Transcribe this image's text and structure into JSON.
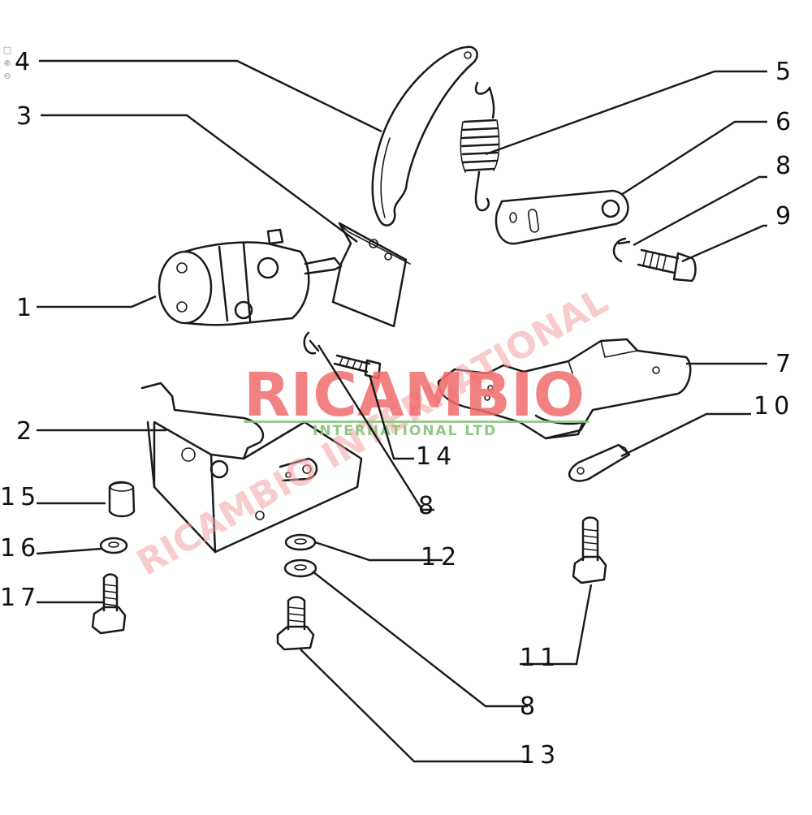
{
  "watermark": {
    "main": "RICAMBIO",
    "sub": "INTERNATIONAL LTD",
    "diagonal": "RICAMBIO INTERNATIONAL",
    "main_color": "#f06c6c",
    "sub_color": "#86c27a"
  },
  "viewer_icons": [
    "fit-page-icon",
    "zoom-in-icon",
    "zoom-out-icon"
  ],
  "callouts": [
    {
      "id": "c1",
      "label": "1"
    },
    {
      "id": "c2",
      "label": "2"
    },
    {
      "id": "c3",
      "label": "3"
    },
    {
      "id": "c4",
      "label": "4"
    },
    {
      "id": "c5",
      "label": "5"
    },
    {
      "id": "c6",
      "label": "6"
    },
    {
      "id": "c7",
      "label": "7"
    },
    {
      "id": "c8a",
      "label": "8"
    },
    {
      "id": "c8b",
      "label": "8"
    },
    {
      "id": "c8c",
      "label": "8"
    },
    {
      "id": "c9",
      "label": "9"
    },
    {
      "id": "c10",
      "label": "10"
    },
    {
      "id": "c11",
      "label": "11"
    },
    {
      "id": "c12",
      "label": "12"
    },
    {
      "id": "c13",
      "label": "13"
    },
    {
      "id": "c14",
      "label": "14"
    },
    {
      "id": "c15",
      "label": "15"
    },
    {
      "id": "c16",
      "label": "16"
    },
    {
      "id": "c17",
      "label": "17"
    }
  ]
}
